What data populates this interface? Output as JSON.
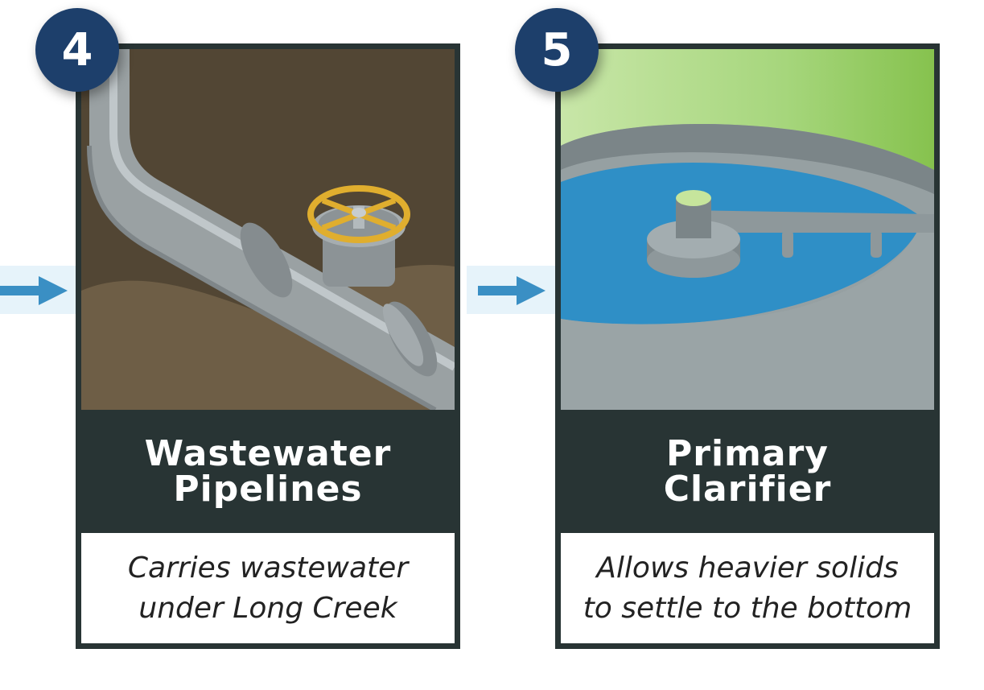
{
  "colors": {
    "badge": "#1d3f6b",
    "card_frame": "#283434",
    "arrow": "#3a8fc4",
    "arrow_band": "#e6f3fa"
  },
  "steps": [
    {
      "number": "4",
      "title_lines": [
        "Wastewater",
        "Pipelines"
      ],
      "description_lines": [
        "Carries wastewater",
        "under Long Creek"
      ],
      "icon": "pipeline-valve-illustration"
    },
    {
      "number": "5",
      "title_lines": [
        "Primary",
        "Clarifier"
      ],
      "description_lines": [
        "Allows heavier solids",
        "to settle to the bottom"
      ],
      "icon": "clarifier-tank-illustration"
    }
  ]
}
